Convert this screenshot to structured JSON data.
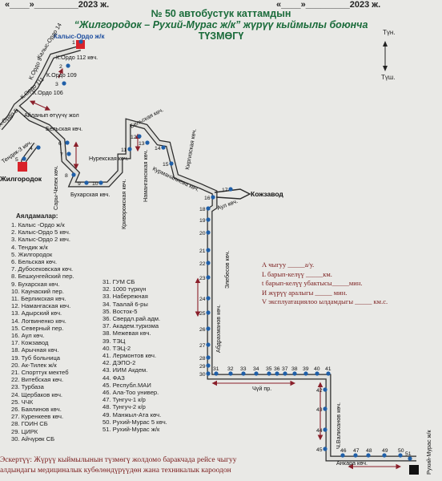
{
  "header": {
    "date_left": "«____»_________2023 ж.",
    "date_right": "«____»_________2023 ж.",
    "title_line1": "№ 50 автобустук каттамдын",
    "title_line2": "“Жилгородок – Рухий-Мурас ж/к” жүрүү кыймылы боюнча",
    "title_line3": "ТҮЗМӨГҮ"
  },
  "compass": {
    "north": "Түн.",
    "south": "Түш."
  },
  "map_labels": {
    "kalys_ordo": "Калыс-Ордо ж/к",
    "k_ordo_14": "Калыс-Ордо 14",
    "k_ordo_112": "К.Ордо 112 көч.",
    "k_ordo_9": "К.Ордо 9",
    "k_ordo_109": "К.Ордо 109",
    "k_ordo_106": "К.Ордо 106",
    "k_ordo_111": "К.Ордо 111",
    "k_ordo_5": "К.Ордо 5",
    "ailanyp": "Айланып өтүүчү жол",
    "tendik": "Тендик-3 көч.",
    "zhilgorodok": "Жилгородок",
    "belskaya_left": "Бельская көч.",
    "sary_chelek": "Сары-Челек көч.",
    "nurekskaya": "Нурекская көч.",
    "buharskaya": "Бухарская көч.",
    "krivorozhskaya": "Криворожская көч.",
    "namanganskaya": "Намангансккая көч.",
    "belskaya_right": "Бельская көч.",
    "kirgizskaya": "Киргизская көч.",
    "kurmanalieva": "Курманалиева көч.",
    "kozhzavod": "Кожзавод",
    "aul": "Аул көч.",
    "elebesov": "Элебесов көч.",
    "abdrahmanov": "Абдрахманов көч.",
    "chui": "Чүй пр.",
    "valihanov": "Ч.Валиханов көч.",
    "ankara": "Анкара көч.",
    "ruhiy_murad": "Рухий-Мурас ж/к"
  },
  "stop_numbers": [
    "1",
    "2",
    "3",
    "4",
    "5",
    "6",
    "7",
    "8",
    "9",
    "10",
    "11",
    "12",
    "13",
    "14",
    "15",
    "16",
    "17",
    "18",
    "19",
    "20",
    "21",
    "22",
    "23",
    "24",
    "25",
    "26",
    "27",
    "28",
    "29",
    "30",
    "31",
    "32",
    "33",
    "34",
    "35",
    "36",
    "37",
    "38",
    "39",
    "40",
    "41",
    "42",
    "43",
    "44",
    "45",
    "46",
    "47",
    "48",
    "49",
    "50",
    "51"
  ],
  "stops_heading": "Аялдамалар:",
  "stops_col1": [
    "1. Калыс -Ордо ж/к",
    "2. Калыс-Ордо 5 көч.",
    "3. Калыс-Ордо 2 көч.",
    "4. Тендик ж/к",
    "5. Жилгородок",
    "6. Бельская көч.",
    "7. Дубосековская көч.",
    "8. Бешкунгейский пер.",
    "9. Бухарская көч.",
    "10. Каунаский пер.",
    "11. Берликская көч.",
    "12. Намангаская көч.",
    "13. Адырский көч.",
    "14. Логвиненко көч.",
    "15. Северный пер.",
    "16. Аул көч.",
    "17. Кожзавод",
    "18. Арычная көч.",
    "19. Туб больница",
    "20. Ак-Тилек ж/к",
    "21. Спорттук мектеб",
    "22. Витебская көч.",
    "23. Турбаза",
    "24. Щербаков көч.",
    "25. ЧЧК",
    "26. Баялинов көч.",
    "27. Куренкеев көч.",
    "28. ГОИН СБ",
    "29. ЦИРК",
    "30. Айчүрөк СБ"
  ],
  "stops_col2": [
    "31. ГУМ СБ",
    "32. 1000 түркүн",
    "33. Набережная",
    "34. Таалай 6-ры",
    "35. Восток-5",
    "36. Свердл.рай.адм.",
    "37. Академ.туризма",
    "38. Межевая көч.",
    "39. ТЭЦ",
    "40. ТЭЦ-2",
    "41. Лермонтов көч.",
    "42. ДЭПО-2",
    "43. ИИМ Акдем.",
    "44. ФАЗ",
    "45. Республ.МАИ",
    "46. Ала-Тоо универ.",
    "47. Тунгуч-1 к/р",
    "48. Тунгуч-2 к/р",
    "49. Манжыл-Ата көч.",
    "50. Рухий-Мурас 5 көч.",
    "51. Рухий-Мурас ж/к"
  ],
  "info_lines": [
    "А чыгуу _____а/у.",
    "L барып-келүү _____км.",
    "t барып-келүү убактысы_____мин.",
    "И жүрүү аралыгы _____ мин.",
    "V эксплуатациялоо ылдамдыгы _____ км.с."
  ],
  "footer_lines": [
    "Эскертүү: Жүрүү кыймылынын түзмөгү жолдомо баракчада рейсе чыгуу",
    "алдындагы медициналык кубөлөндүрүүдөн жана техникалык кароодон"
  ],
  "colors": {
    "route": "#e0e0dc",
    "route_edge": "#2b2b2b",
    "stop": "#1f5fa8",
    "terminal": "#d9232a",
    "arrow": "#8a1f2a",
    "title": "#1a6b3a",
    "info": "#7a1c1c"
  }
}
